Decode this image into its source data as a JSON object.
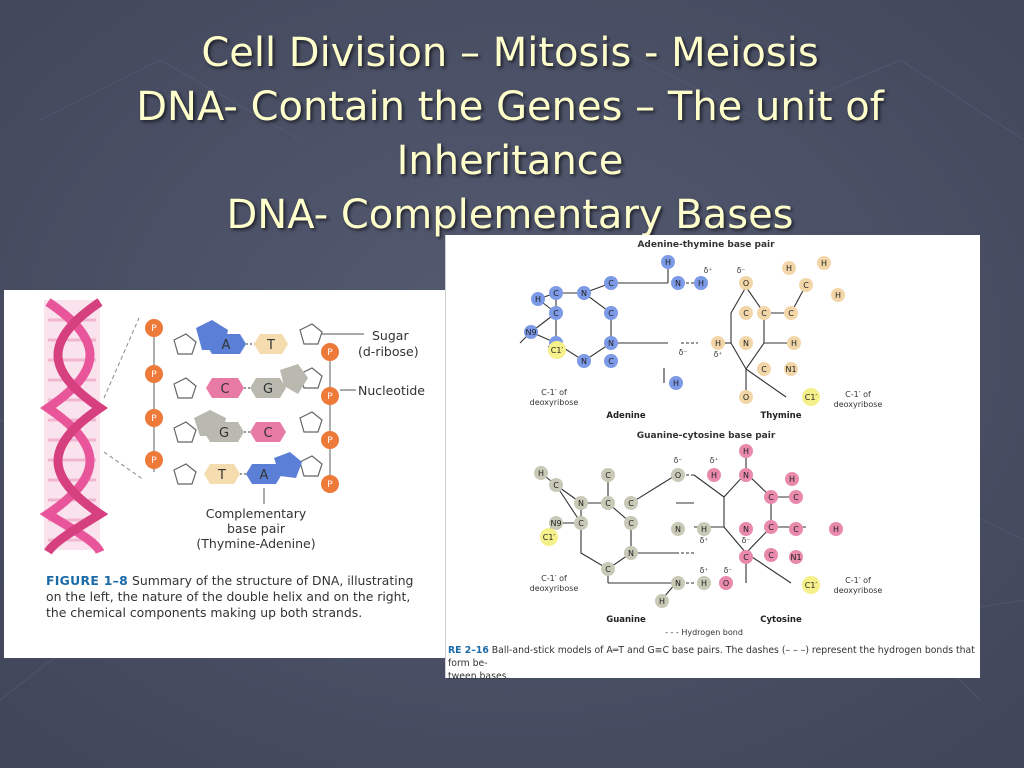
{
  "slide": {
    "title_lines": [
      "Cell Division – Mitosis - Meiosis",
      "DNA- Contain the Genes – The unit of",
      "Inheritance",
      "DNA- Complementary Bases"
    ],
    "colors": {
      "background": "#4a5066",
      "title_text": "#ffffcc",
      "panel": "#ffffff"
    }
  },
  "figure_1_8": {
    "phosphate_label": "P",
    "base_pairs": [
      {
        "left": "A",
        "right": "T"
      },
      {
        "left": "C",
        "right": "G"
      },
      {
        "left": "G",
        "right": "C"
      },
      {
        "left": "T",
        "right": "A"
      }
    ],
    "labels": {
      "sugar_line1": "Sugar",
      "sugar_line2": "(d-ribose)",
      "nucleotide": "Nucleotide",
      "complementary_line1": "Complementary",
      "complementary_line2": "base pair",
      "complementary_line3": "(Thymine-Adenine)"
    },
    "caption_lead": "FIGURE 1–8",
    "caption_text": "Summary of the structure of DNA, illustrating on the left, the nature of the double helix and on the right, the chemical components making up both strands.",
    "colors": {
      "phosphate": "#ee7a3a",
      "adenine": "#5b7fd6",
      "thymine": "#f4dcae",
      "cytosine": "#e87aa6",
      "guanine": "#b9b9b0",
      "helix": "#e8559a"
    }
  },
  "figure_2_16": {
    "at_title": "Adenine-thymine base pair",
    "gc_title": "Guanine-cytosine base pair",
    "adenine_label": "Adenine",
    "thymine_label": "Thymine",
    "guanine_label": "Guanine",
    "cytosine_label": "Cytosine",
    "c1_label": "C1′",
    "c1_desc_line1": "C-1′ of",
    "c1_desc_line2": "deoxyribose",
    "delta_minus": "δ⁻",
    "delta_plus": "δ⁺",
    "hbond_legend": "- - - Hydrogen bond",
    "caption_lead": "RE 2–16",
    "caption_text": "Ball-and-stick models of A═T and G≡C base pairs. The dashes (– – –) represent the hydrogen bonds that form be-",
    "caption_text2": "tween bases.",
    "atoms": {
      "C": "C",
      "N": "N",
      "O": "O",
      "H": "H",
      "N1": "N1",
      "N9": "N9"
    },
    "colors": {
      "adenine": "#7d9ae6",
      "thymine": "#f2d6a8",
      "guanine": "#c9c9b8",
      "cytosine": "#e98aac",
      "c1": "#f6f08a"
    }
  }
}
